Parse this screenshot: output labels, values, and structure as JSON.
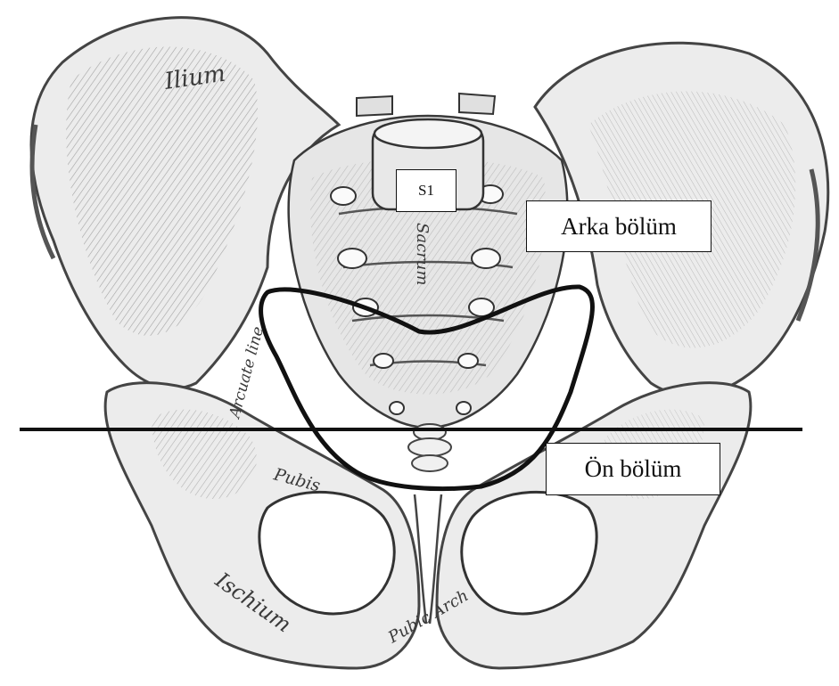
{
  "illustration": {
    "bone_labels": {
      "ilium": "Ilium",
      "sacrum": "Sacrum",
      "linea": "Arcuate line",
      "pubis": "Pubis",
      "ischium": "Ischium",
      "arch": "Pubic Arch"
    }
  },
  "annotations": {
    "s1": "S1",
    "posterior": "Arka bölüm",
    "anterior": "Ön bölüm"
  },
  "colors": {
    "bone_fill": "#ececec",
    "bone_shade": "#8f8f8f",
    "ink": "#111111",
    "background": "#ffffff"
  }
}
